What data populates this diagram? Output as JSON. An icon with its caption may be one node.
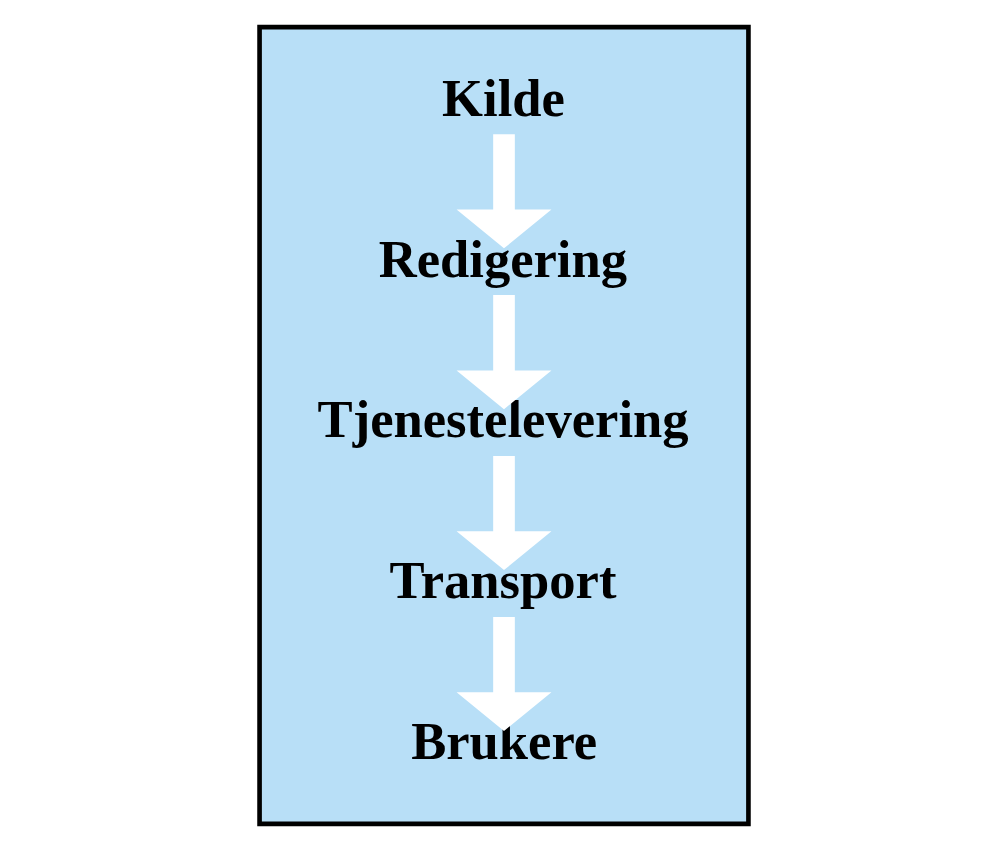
{
  "diagram": {
    "nodes": [
      {
        "text": [],
        "shape": "box"
      },
      {
        "text": [
          "Kilde"
        ],
        "in": 0
      },
      {
        "text": [
          "Redigering"
        ],
        "in": 0
      },
      {
        "text": [
          "Tjenestelevering"
        ],
        "in": 0
      },
      {
        "text": [
          "Transport"
        ],
        "in": 0
      },
      {
        "text": [
          "Brukere"
        ],
        "in": 0
      }
    ],
    "edges": [
      {
        "from": 1,
        "to": 2,
        "arrow": "to"
      },
      {
        "from": 2,
        "to": 3,
        "arrow": "to"
      },
      {
        "from": 3,
        "to": 4,
        "arrow": "to"
      },
      {
        "from": 4,
        "to": 5,
        "arrow": "to"
      }
    ]
  }
}
